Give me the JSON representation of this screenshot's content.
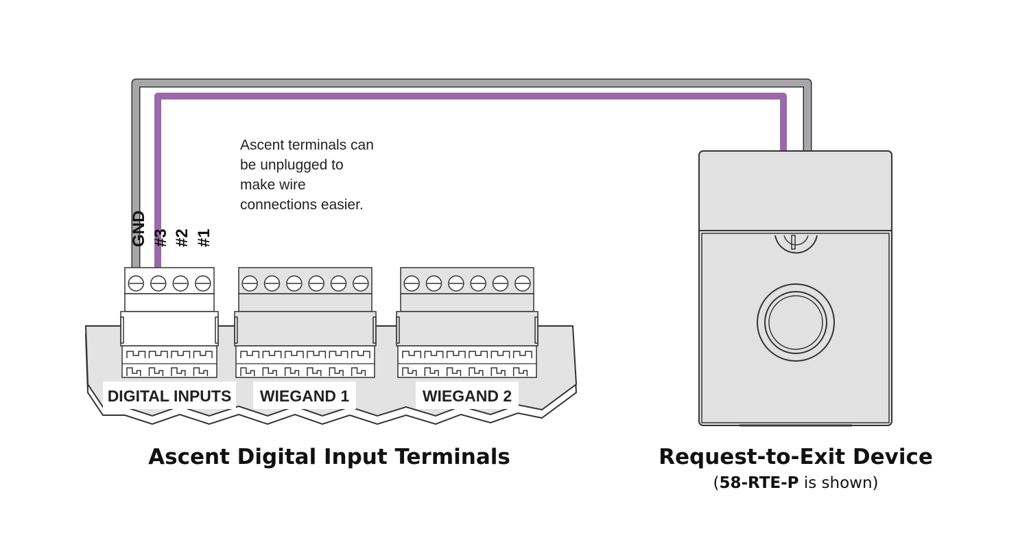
{
  "note": {
    "lines": [
      "Ascent terminals can",
      "be unplugged to",
      "make wire",
      "connections easier."
    ]
  },
  "pins": {
    "gnd": "GND",
    "p3": "#3",
    "p2": "#2",
    "p1": "#1"
  },
  "blocks": {
    "digital_inputs": "DIGITAL INPUTS",
    "wiegand1": "WIEGAND 1",
    "wiegand2": "WIEGAND 2"
  },
  "captions": {
    "left": "Ascent Digital Input Terminals",
    "right": "Request-to-Exit Device",
    "right_sub_open": "(",
    "right_sub_bold": "58-RTE-P",
    "right_sub_rest": " is shown)"
  },
  "colors": {
    "gnd_wire": "#a7a7a9",
    "signal_wire": "#9b68a9",
    "board": "#e3e3e4",
    "device": "#e1e1e2"
  }
}
